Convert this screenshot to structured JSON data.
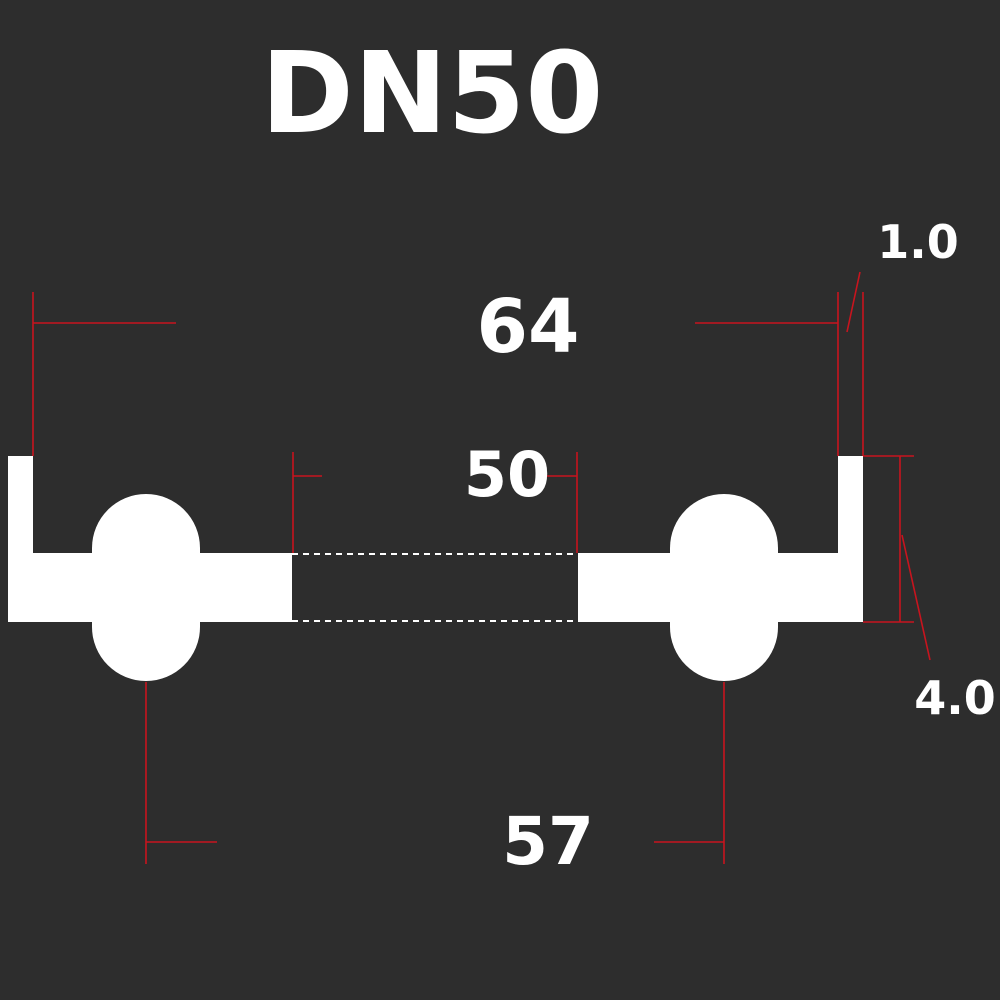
{
  "title": "DN50",
  "dimensions": {
    "outer_width": "64",
    "inner_bore": "50",
    "bead_spacing": "57",
    "thickness": "4.0",
    "lip_thickness": "1.0"
  },
  "colors": {
    "background": "#2d2d2d",
    "part": "#ffffff",
    "dimension_line": "#c8141e",
    "text": "#ffffff"
  }
}
